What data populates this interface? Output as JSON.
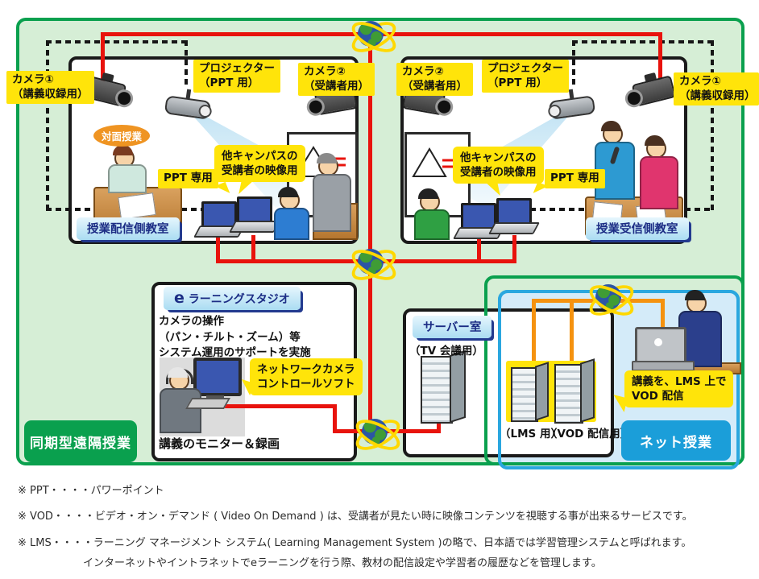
{
  "zones": {
    "sync_remote": "同期型遠隔授業",
    "net_class": "ネット授業"
  },
  "left_room": {
    "name": "授業配信側教室",
    "camera1": "カメラ①\n（講義収録用）",
    "projector": "プロジェクター\n（PPT 用）",
    "camera2": "カメラ②\n（受講者用）",
    "face_to_face": "対面授業",
    "ppt_only": "PPT 専用",
    "other_campus_video": "他キャンパスの\n受講者の映像用"
  },
  "right_room": {
    "name": "授業受信側教室",
    "camera1": "カメラ①\n（講義収録用）",
    "projector": "プロジェクター\n（PPT 用）",
    "camera2": "カメラ②\n（受講者用）",
    "ppt_only": "PPT 専用",
    "other_campus_video": "他キャンパスの\n受講者の映像用"
  },
  "studio": {
    "label_e": "e",
    "label_rest": " ラーニングスタジオ",
    "description": "カメラの操作\n（パン・チルト・ズーム）等\nシステム運用のサポートを実施",
    "camera_software": "ネットワークカメラ\nコントロールソフト",
    "monitor_record": "講義のモニター＆録画"
  },
  "server_room": {
    "name": "サーバー室",
    "tv_conference": "（TV 会議用）",
    "lms": "（LMS 用）",
    "vod": "（VOD 配信用）",
    "vod_delivery": "講義を、LMS 上で\nVOD 配信"
  },
  "footnotes": [
    "※ PPT・・・・パワーポイント",
    "※ VOD・・・・ビデオ・オン・デマンド ( Video On Demand ) は、受講者が見たい時に映像コンテンツを視聴する事が出来るサービスです。",
    "※ LMS・・・・ラーニング マネージメント システム( Learning Management System )の略で、日本語では学習管理システムと呼ばれます。",
    "インターネットやイントラネットでeラーニングを行う際、教材の配信設定や学習者の履歴などを管理します。"
  ],
  "colors": {
    "zone_green": "#0aa04e",
    "zone_blue": "#2aa7df",
    "cable_red": "#e8130c",
    "cable_orange": "#f5920f",
    "highlight_yellow": "#ffe40a"
  }
}
